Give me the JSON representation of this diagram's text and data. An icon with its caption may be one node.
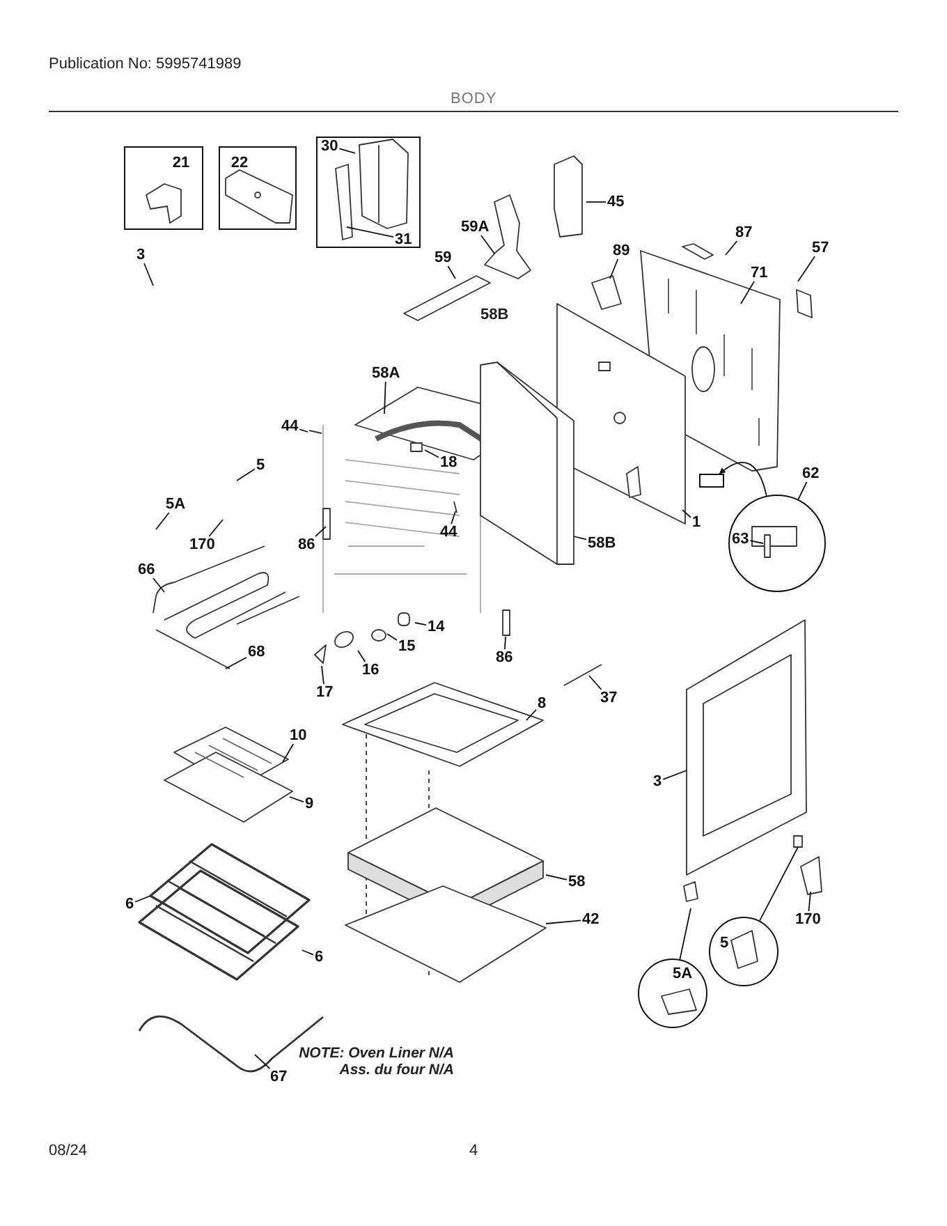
{
  "diagram": {
    "title": "BODY",
    "nodes": [
      {
        "text": [
          "21"
        ]
      },
      {
        "text": [
          "22"
        ]
      },
      {
        "text": [],
        "shape": "box"
      },
      {
        "text": [
          "30"
        ],
        "in": 2
      },
      {
        "text": [
          "31"
        ],
        "in": 2
      },
      {
        "text": [
          "45"
        ]
      },
      {
        "text": [
          "59A"
        ]
      },
      {
        "text": [
          "59"
        ]
      },
      {
        "text": [
          "87"
        ]
      },
      {
        "text": [
          "89"
        ]
      },
      {
        "text": [
          "71"
        ]
      },
      {
        "text": [
          "57"
        ]
      },
      {
        "text": [
          "3"
        ]
      },
      {
        "text": [
          "58A"
        ]
      },
      {
        "text": [
          "44"
        ]
      },
      {
        "text": [
          "5"
        ]
      },
      {
        "text": [
          "18"
        ]
      },
      {
        "text": [
          "5A"
        ]
      },
      {
        "text": [
          "170"
        ]
      },
      {
        "text": [
          "86"
        ]
      },
      {
        "text": [
          "44"
        ]
      },
      {
        "text": [
          "1"
        ]
      },
      {
        "text": [
          "58B"
        ]
      },
      {
        "text": [
          "62"
        ]
      },
      {
        "text": [],
        "shape": "circle"
      },
      {
        "text": [
          "63"
        ],
        "in": 24
      },
      {
        "text": [
          "66"
        ]
      },
      {
        "text": [
          "68"
        ]
      },
      {
        "text": [
          "14"
        ]
      },
      {
        "text": [
          "15"
        ]
      },
      {
        "text": [
          "16"
        ]
      },
      {
        "text": [
          "17"
        ]
      },
      {
        "text": [
          "86"
        ]
      },
      {
        "text": [
          "8"
        ]
      },
      {
        "text": [
          "37"
        ]
      },
      {
        "text": [
          "10"
        ]
      },
      {
        "text": [
          "9"
        ]
      },
      {
        "text": [
          "3"
        ]
      },
      {
        "text": [
          "6"
        ]
      },
      {
        "text": [
          "6"
        ]
      },
      {
        "text": [
          "58"
        ]
      },
      {
        "text": [
          "42"
        ]
      },
      {
        "text": [
          "170"
        ]
      },
      {
        "text": [
          "5A"
        ]
      },
      {
        "text": [
          "5"
        ]
      },
      {
        "text": [
          "67"
        ]
      },
      {
        "text": [],
        "shape": "box"
      }
    ],
    "edges": [
      {
        "from": 3,
        "to": null,
        "arrow": "none"
      },
      {
        "from": 4,
        "to": null,
        "arrow": "none"
      },
      {
        "from": 5,
        "to": null,
        "arrow": "none"
      },
      {
        "from": 6,
        "to": null,
        "arrow": "none"
      },
      {
        "from": 7,
        "to": null,
        "arrow": "none"
      },
      {
        "from": 8,
        "to": null,
        "arrow": "none"
      },
      {
        "from": 9,
        "to": null,
        "arrow": "none"
      },
      {
        "from": 10,
        "to": null,
        "arrow": "none"
      },
      {
        "from": 11,
        "to": null,
        "arrow": "none"
      },
      {
        "from": 12,
        "to": null,
        "arrow": "none"
      },
      {
        "from": 13,
        "to": null,
        "arrow": "none"
      },
      {
        "from": 14,
        "to": null,
        "arrow": "none"
      },
      {
        "from": 15,
        "to": null,
        "arrow": "none"
      },
      {
        "from": 16,
        "to": null,
        "arrow": "none"
      },
      {
        "from": 17,
        "to": null,
        "arrow": "none"
      },
      {
        "from": 18,
        "to": null,
        "arrow": "none"
      },
      {
        "from": 19,
        "to": null,
        "arrow": "none"
      },
      {
        "from": 20,
        "to": null,
        "arrow": "none"
      },
      {
        "from": 21,
        "to": null,
        "arrow": "none"
      },
      {
        "from": 22,
        "to": null,
        "arrow": "none"
      },
      {
        "from": 23,
        "to": 24,
        "arrow": "none"
      },
      {
        "from": 24,
        "to": 46,
        "arrow": "to"
      },
      {
        "from": 25,
        "to": null,
        "arrow": "none"
      },
      {
        "from": 26,
        "to": null,
        "arrow": "none"
      },
      {
        "from": 27,
        "to": null,
        "arrow": "none"
      },
      {
        "from": 28,
        "to": null,
        "arrow": "none"
      },
      {
        "from": 29,
        "to": null,
        "arrow": "none"
      },
      {
        "from": 30,
        "to": null,
        "arrow": "none"
      },
      {
        "from": 31,
        "to": null,
        "arrow": "none"
      },
      {
        "from": 32,
        "to": null,
        "arrow": "none"
      },
      {
        "from": 33,
        "to": null,
        "arrow": "none"
      },
      {
        "from": 34,
        "to": null,
        "arrow": "none"
      },
      {
        "from": 35,
        "to": null,
        "arrow": "none"
      },
      {
        "from": 36,
        "to": null,
        "arrow": "none"
      },
      {
        "from": 37,
        "to": null,
        "arrow": "none"
      },
      {
        "from": 38,
        "to": null,
        "arrow": "none"
      },
      {
        "from": 39,
        "to": null,
        "arrow": "none"
      },
      {
        "from": 40,
        "to": null,
        "arrow": "none"
      },
      {
        "from": 41,
        "to": null,
        "arrow": "none"
      },
      {
        "from": 42,
        "to": null,
        "arrow": "none"
      },
      {
        "from": 43,
        "to": null,
        "arrow": "none"
      },
      {
        "from": 44,
        "to": null,
        "arrow": "none"
      },
      {
        "from": 45,
        "to": null,
        "arrow": "none"
      }
    ],
    "labels": [
      "Publication No: 5995741989",
      "58B",
      "NOTE: Oven Liner N/A Ass. du four N/A",
      "08/24",
      "4"
    ]
  }
}
